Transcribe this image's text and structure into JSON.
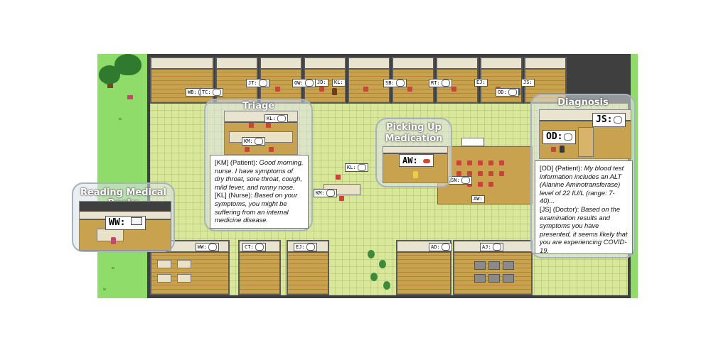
{
  "panels": {
    "triage": {
      "title": "Triage"
    },
    "medication": {
      "title": "Picking Up Medication"
    },
    "diagnosis": {
      "title": "Diagnosis"
    },
    "reading": {
      "title": "Reading Medical Books"
    }
  },
  "triage_dialog": {
    "line1_speaker": "[KM] (Patient): ",
    "line1_text": "Good morning, nurse.  I have symptoms of dry throat, sore throat, cough, mild fever, and runny nose.",
    "line2_speaker": "[KL] (Nurse): ",
    "line2_text": "Based on your symptoms, you might be suffering from an internal medicine disease."
  },
  "diagnosis_dialog": {
    "line1_speaker": "[OD] (Patient): ",
    "line1_text": "My blood test information includes an ALT (Alanine Aminotransferase) level of 22 IU/L (range: 7-40)...",
    "line2_speaker": "[JS] (Doctor): ",
    "line2_text": "Based on the examination results and symptoms you have presented, it seems likely that you are experiencing COVID-19."
  },
  "zoom_tags": {
    "triage_kl": "KL:",
    "triage_km": "KM:",
    "medication_aw": "AW:",
    "diagnosis_js": "JS:",
    "diagnosis_od": "OD:",
    "reading_ww": "WW:"
  },
  "map_tags": {
    "wb": "WB:",
    "tc": "TC:",
    "jt": "JT:",
    "ow": "OW:",
    "jd": "JD:",
    "kl_top": "KL:",
    "sb": "SB:",
    "rt": "RT:",
    "ej": "EJ:",
    "js": "JS:",
    "od": "OD:",
    "kl_mid": "KL:",
    "km_mid": "KM:",
    "sn": "SN:",
    "aw": "AW:",
    "ww": "WW:",
    "ct": "CT:",
    "ej_bottom": "EJ:",
    "ad": "AD:",
    "aj": "AJ:"
  }
}
